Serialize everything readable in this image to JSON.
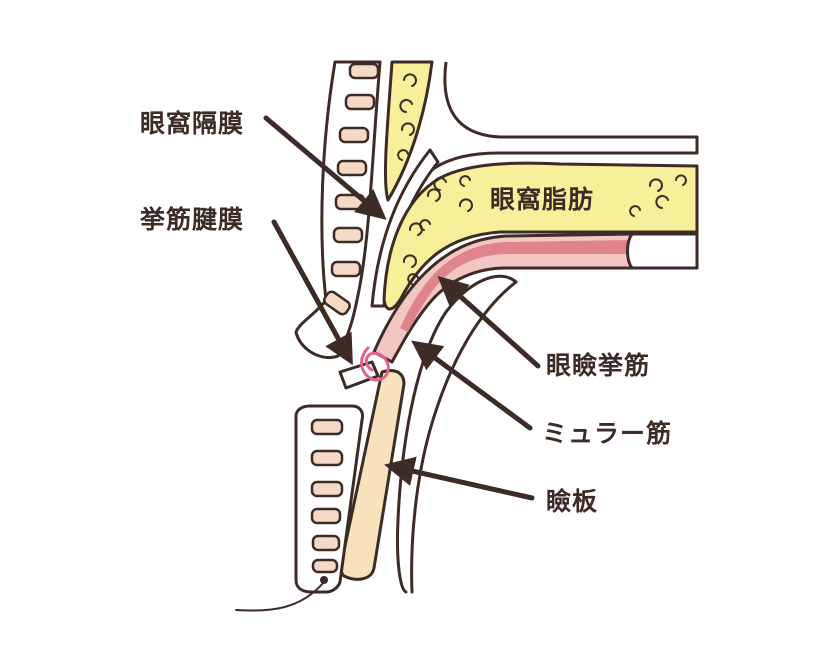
{
  "labels": {
    "orbital_septum": "眼窩隔膜",
    "levator_aponeurosis": "挙筋腱膜",
    "orbital_fat": "眼窩脂肪",
    "levator_muscle": "眼瞼挙筋",
    "muller_muscle": "ミュラー筋",
    "tarsus": "瞼板"
  },
  "colors": {
    "outline": "#3d2b26",
    "fat": "#f8ef9a",
    "bone_segment": "#f4d9c6",
    "muscle": "#e0848c",
    "muscle_light": "#f2c7c3",
    "tarsus": "#f8e2bd",
    "suture": "#e0628a",
    "background": "#ffffff"
  }
}
